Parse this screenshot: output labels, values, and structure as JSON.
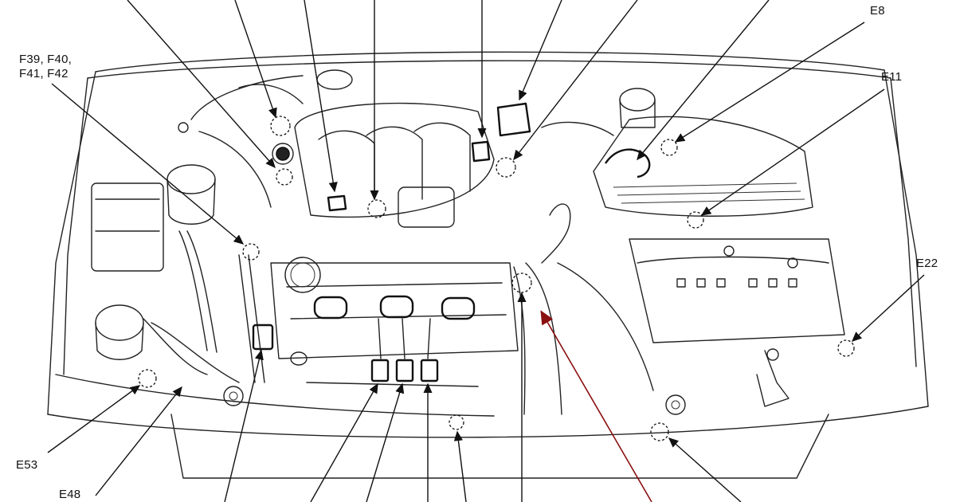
{
  "labels": {
    "f39_group": "F39, F40,\nF41, F42",
    "e8": "E8",
    "e11": "E11",
    "e22": "E22",
    "e53": "E53",
    "e48": "E48"
  },
  "colors": {
    "ink": "#222222",
    "leader": "#111111",
    "highlight_leader": "#8b1010",
    "background": "#ffffff"
  }
}
